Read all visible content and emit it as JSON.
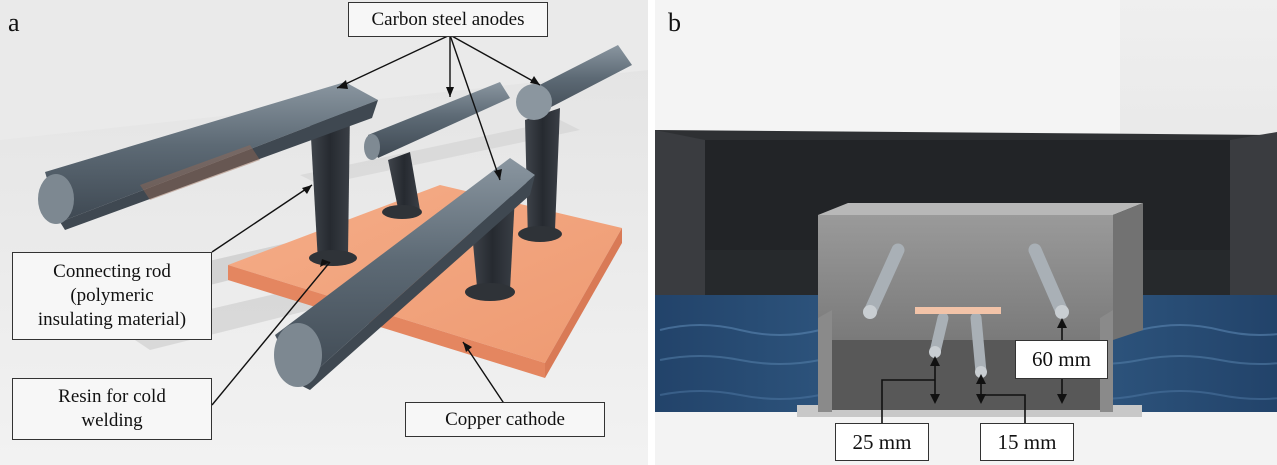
{
  "panels": {
    "a": {
      "letter": "a",
      "callouts": {
        "anodes": "Carbon steel anodes",
        "rod_line1": "Connecting rod",
        "rod_line2": "(polymeric",
        "rod_line3": "insulating material)",
        "resin_line1": "Resin for cold",
        "resin_line2": "welding",
        "cathode": "Copper cathode"
      }
    },
    "b": {
      "letter": "b",
      "dimensions": {
        "height": "60 mm",
        "spacing": "25 mm",
        "depth": "15 mm"
      }
    }
  },
  "colors": {
    "copper": "#f2a27c",
    "steel": "#6b7883",
    "rod": "#2e3238",
    "water": "#2a4d70",
    "concrete": "#8d8d8d"
  }
}
